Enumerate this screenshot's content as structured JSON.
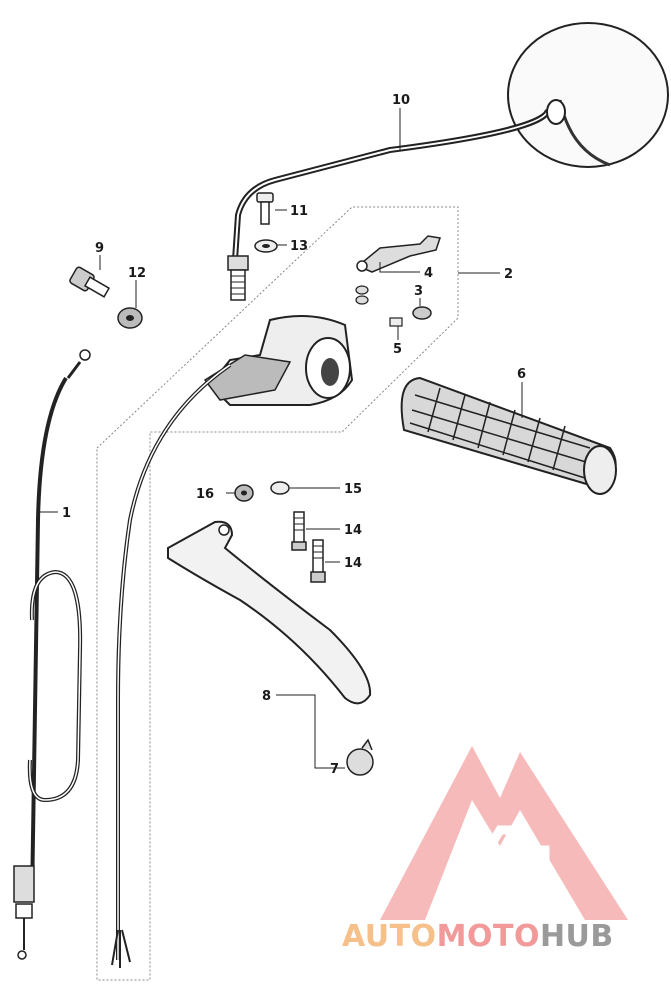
{
  "diagram": {
    "callouts": [
      {
        "id": "c1",
        "label": "1"
      },
      {
        "id": "c2",
        "label": "2"
      },
      {
        "id": "c3",
        "label": "3"
      },
      {
        "id": "c4",
        "label": "4"
      },
      {
        "id": "c5",
        "label": "5"
      },
      {
        "id": "c6",
        "label": "6"
      },
      {
        "id": "c7",
        "label": "7"
      },
      {
        "id": "c8",
        "label": "8"
      },
      {
        "id": "c9",
        "label": "9"
      },
      {
        "id": "c10",
        "label": "10"
      },
      {
        "id": "c11",
        "label": "11"
      },
      {
        "id": "c12",
        "label": "12"
      },
      {
        "id": "c13",
        "label": "13"
      },
      {
        "id": "c14a",
        "label": "14"
      },
      {
        "id": "c14b",
        "label": "14"
      },
      {
        "id": "c15",
        "label": "15"
      },
      {
        "id": "c16",
        "label": "16"
      }
    ]
  },
  "watermark": {
    "part1": "AUTO",
    "part2": "MOTO",
    "part3": "HUB",
    "color_auto": "#f5c089",
    "color_moto": "#f29a9a",
    "color_hub": "#9a9a9a",
    "logo_color": "#f08a8a"
  }
}
